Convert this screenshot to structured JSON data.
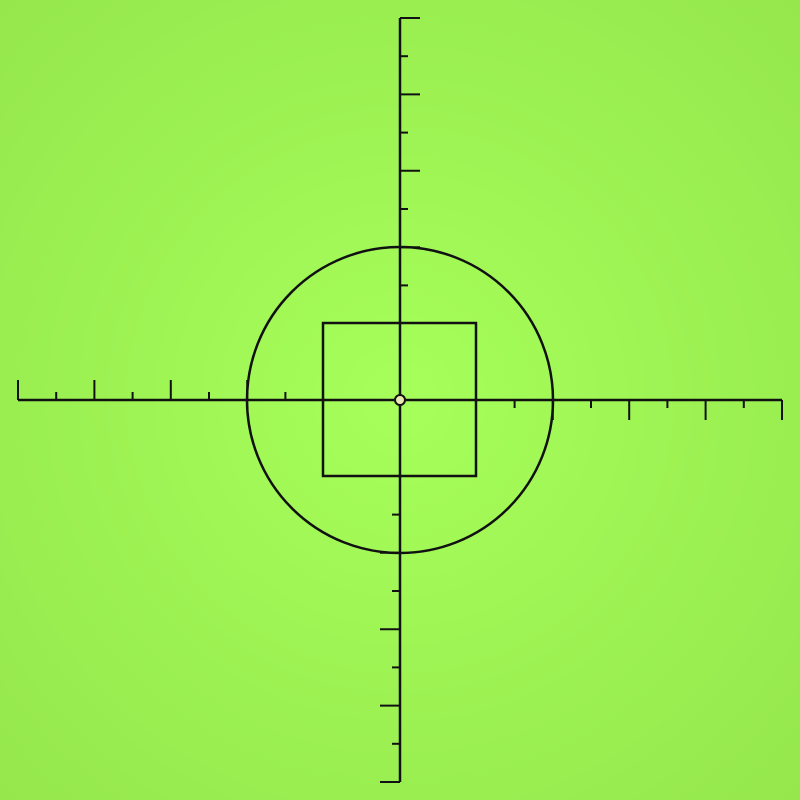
{
  "colors": {
    "background_center": "#a6ff5a",
    "background_edge": "#95e74c",
    "line": "#111111",
    "center_dot_fill": "#e8e8b0"
  },
  "reticle": {
    "shapes": [
      "crosshair",
      "circle",
      "square",
      "center-dot"
    ],
    "tick_marks_per_arm": 10,
    "major_tick_every": 2,
    "ticks_side": "arm-ends-only"
  }
}
